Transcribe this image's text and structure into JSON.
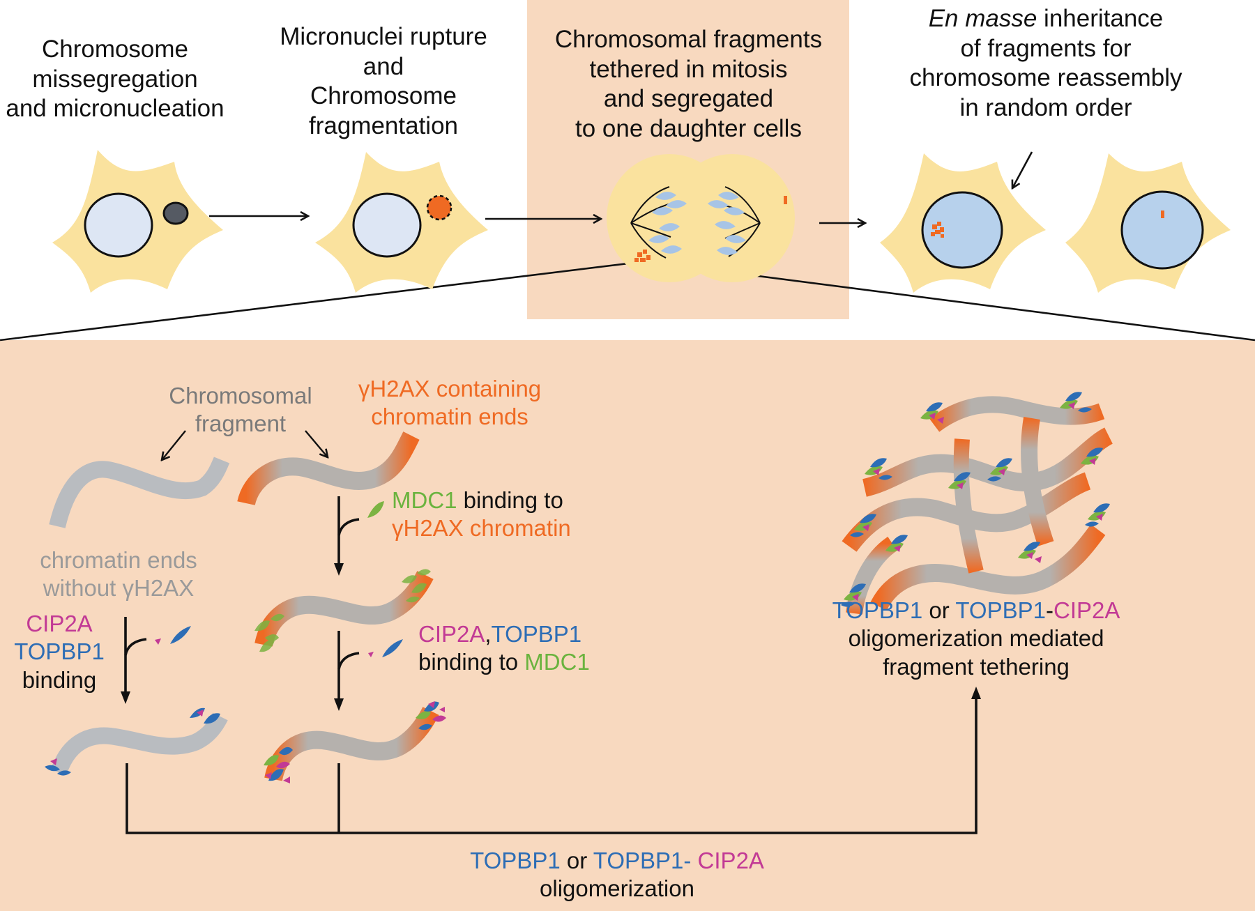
{
  "top": {
    "step1": {
      "lines": [
        "Chromosome",
        "missegregation",
        "and micronucleation"
      ]
    },
    "step2": {
      "lines": [
        "Micronuclei rupture",
        "and",
        "Chromosome",
        "fragmentation"
      ]
    },
    "step3": {
      "lines": [
        "Chromosomal fragments",
        "tethered in mitosis",
        "and segregated",
        "to one daughter cells"
      ]
    },
    "step4": {
      "line1_italic": "En masse",
      "line1_rest": " inheritance",
      "lines": [
        "of fragments for",
        "chromosome reassembly",
        "in random order"
      ]
    }
  },
  "detail": {
    "chrom_fragment": {
      "line1": "Chromosomal",
      "line2": "fragment"
    },
    "gh2ax_ends": {
      "line1": "γH2AX containing",
      "line2": "chromatin ends"
    },
    "no_gh2ax": {
      "line1": "chromatin ends",
      "line2": "without γH2AX"
    },
    "left_binding": {
      "cip2a": "CIP2A",
      "topbp1": "TOPBP1",
      "binding": "binding"
    },
    "mdc1_step": {
      "mdc1": "MDC1",
      "binding_to": " binding to",
      "gh2ax": "γH2AX chromatin"
    },
    "cip_topbp1_step": {
      "cip2a": "CIP2A",
      "comma": ",",
      "topbp1": "TOPBP1",
      "binding_to": "binding to ",
      "mdc1": "MDC1"
    },
    "bottom": {
      "topbp1_a": "TOPBP1",
      "or": " or ",
      "topbp1_b": "TOPBP1-",
      "cip2a": " CIP2A",
      "line2": "oligomerization"
    },
    "right": {
      "topbp1_a": "TOPBP1",
      "or": " or ",
      "topbp1_b": "TOPBP1",
      "dash": "-",
      "cip2a": "CIP2A",
      "line2": "oligomerization mediated",
      "line3": "fragment tethering"
    }
  },
  "colors": {
    "cell": "#fae29e",
    "nucleus": "#dde6f4",
    "nucleus_late": "#b7d1ec",
    "highlight_bg": "#f8d9bf",
    "gh2ax_orange": "#ef6a23",
    "fragment_gray": "#b9bcc0",
    "mdc1_green": "#7cb342",
    "cip2a_magenta": "#c23a95",
    "topbp1_blue": "#2d6db5"
  }
}
